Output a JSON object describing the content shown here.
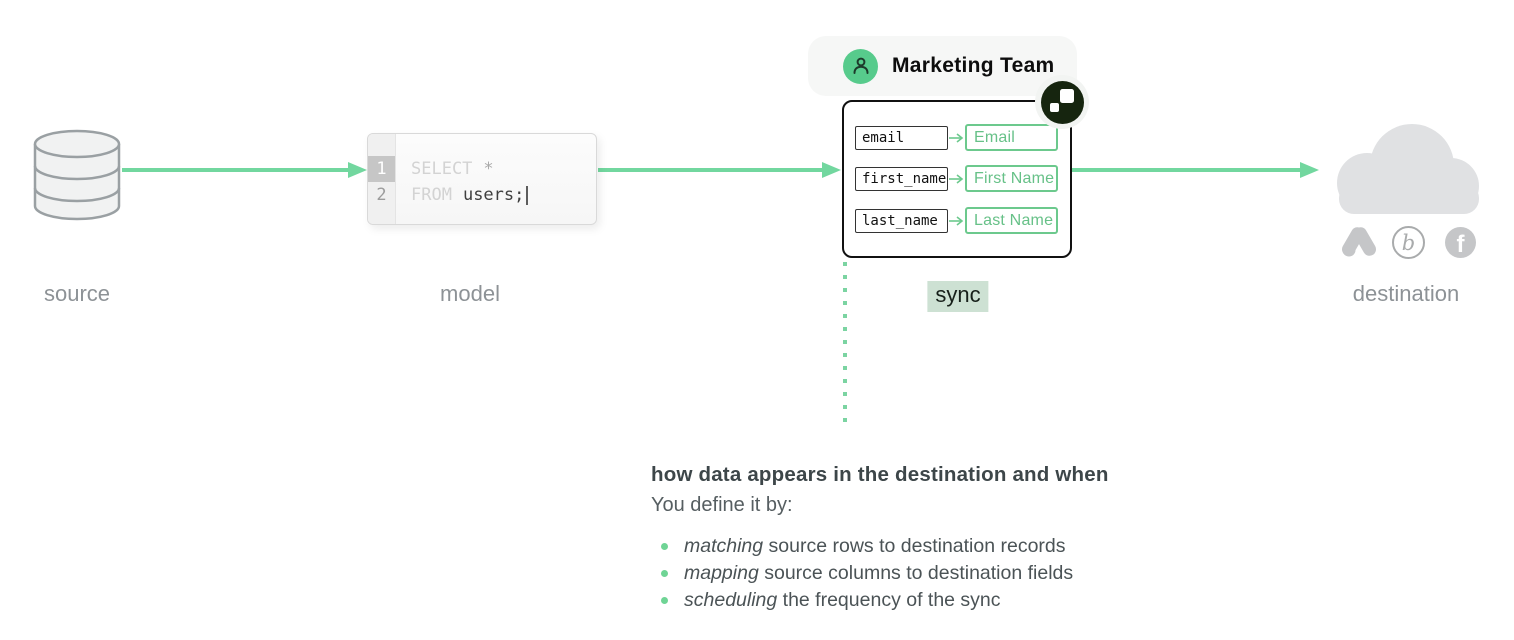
{
  "colors": {
    "accent_green": "#72d79f",
    "mapping_green": "#6cc98d",
    "avatar_green": "#57cb8c",
    "sync_highlight": "#cde1d3",
    "label_gray": "#8d9296",
    "cloud_gray": "#e0e1e3",
    "icon_gray": "#c5c6c8",
    "card_border": "#111111"
  },
  "stages": {
    "source": {
      "label": "source"
    },
    "model": {
      "label": "model"
    },
    "sync": {
      "label": "sync"
    },
    "destination": {
      "label": "destination"
    }
  },
  "model_editor": {
    "lines": [
      {
        "number": "1",
        "keyword": "SELECT",
        "code": "*"
      },
      {
        "number": "2",
        "keyword": "FROM",
        "code": "users;"
      }
    ]
  },
  "sync_card": {
    "team_badge": {
      "label": "Marketing Team",
      "avatar_icon": "person-icon"
    },
    "logo_icon": "hightouch-logo",
    "mappings": [
      {
        "source_column": "email",
        "destination_field": "Email"
      },
      {
        "source_column": "first_name",
        "destination_field": "First Name"
      },
      {
        "source_column": "last_name",
        "destination_field": "Last Name"
      }
    ]
  },
  "destination": {
    "icons": [
      "cloud-icon",
      "google-ads-icon",
      "braze-icon",
      "facebook-icon"
    ],
    "braze_glyph": "b",
    "facebook_glyph": "f"
  },
  "annotation": {
    "title": "how data appears in the destination and when",
    "subtitle": "You define it by:",
    "bullets": [
      {
        "emphasis": "matching",
        "rest": " source rows to destination records"
      },
      {
        "emphasis": "mapping",
        "rest": " source columns to destination fields"
      },
      {
        "emphasis": "scheduling",
        "rest": " the frequency of the sync"
      }
    ]
  }
}
